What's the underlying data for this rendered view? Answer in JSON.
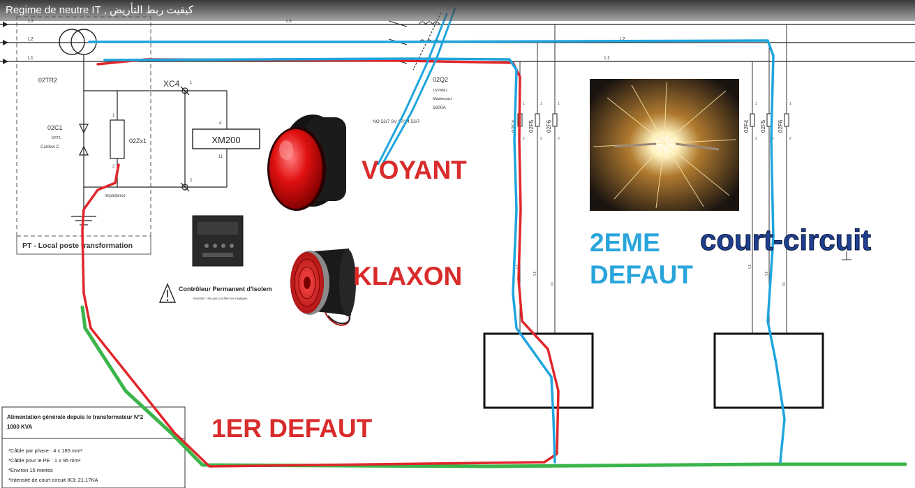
{
  "video_title": "Regime de neutre IT , كيفيت ربط التأريض",
  "lines": {
    "l3": "L3",
    "l2": "L2",
    "l1": "L1"
  },
  "transformer": {
    "name": "02TR2"
  },
  "surge_arrester": {
    "name": "02C1",
    "spec": "5RT1",
    "type": "Cardew C"
  },
  "impedance": {
    "name": "02Zx1",
    "caption": "Impédance",
    "pin_top": "1",
    "pin_bottom": "2"
  },
  "xc4": {
    "name": "XC4",
    "pin_top": "1",
    "pin_bottom": "2"
  },
  "xm200": {
    "name": "XM200",
    "pin_top": "4",
    "pin_bottom": "11"
  },
  "pt_box": {
    "label": "PT - Local poste transformation"
  },
  "breaker": {
    "name": "02Q2",
    "spec1": "15VNM1",
    "spec2": "Masterpact",
    "rating": "1600A",
    "contacts": "NO 53/7   SV 37/14   53/7"
  },
  "feeders_left": [
    "02F4",
    "02F5",
    "02F6"
  ],
  "feeders_right": [
    "02F4",
    "02F5",
    "02F6"
  ],
  "pins": {
    "one": "1",
    "two": "2"
  },
  "wire_tag": "V1",
  "cpi": {
    "title": "Contrôleur Permanent d'Isolem",
    "warning": "Attention ! Ne pas modifier les réglages"
  },
  "labels": {
    "voyant": "VOYANT",
    "klaxon": "KLAXON",
    "defaut1": "1ER DEFAUT",
    "defaut2_line1": "2EME",
    "defaut2_line2": "DEFAUT",
    "court_circuit": "court-circuit"
  },
  "info_box": {
    "title_line1": "Alimentation générale depuis le transformateur N°2",
    "title_line2": "1000 KVA",
    "items": [
      "*Câble par phase : 4 x 185 mm²",
      "*Câble pour le PE : 1 x 95 mm²",
      "*Environ 15 metres",
      "*Intensité de court circuit IK3: 21.17KA"
    ]
  },
  "colors": {
    "red_wire": "#e0262b",
    "blue_wire": "#1fa5de",
    "green_wire": "#3bb54a",
    "voyant_text": "#d92b2b",
    "defaut2_text": "#2aa5dc",
    "court_circuit_text": "#1f3f8f"
  }
}
